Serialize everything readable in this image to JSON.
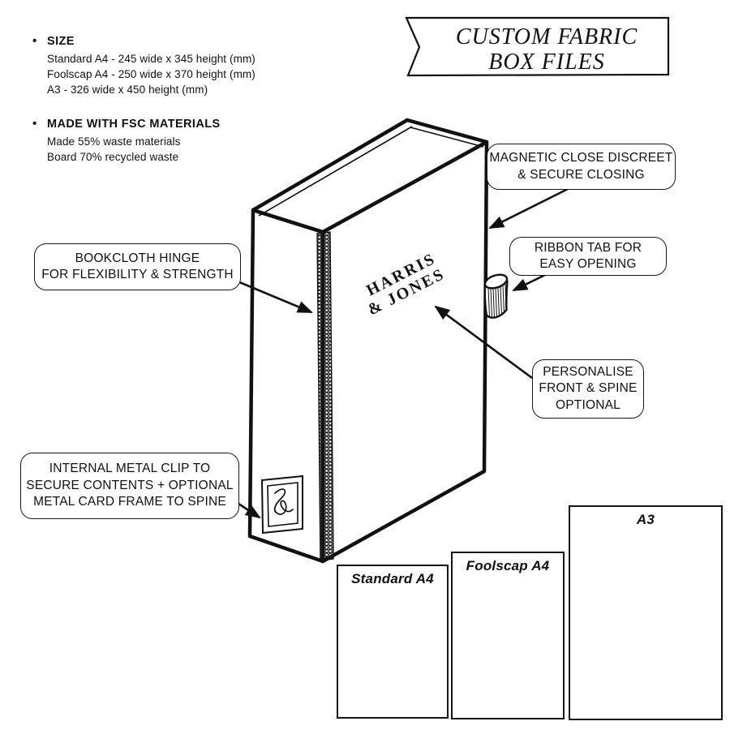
{
  "colors": {
    "ink": "#111111",
    "bg": "#ffffff"
  },
  "banner": {
    "line1": "CUSTOM FABRIC",
    "line2": "BOX FILES"
  },
  "specs": [
    {
      "bullet": "•",
      "title": "SIZE",
      "lines": [
        "Standard A4 - 245 wide x 345 height (mm)",
        "Foolscap A4 - 250 wide x 370 height (mm)",
        "A3 - 326 wide x 450 height (mm)"
      ]
    },
    {
      "bullet": "•",
      "title": "MADE WITH FSC MATERIALS",
      "lines": [
        "Made 55% waste materials",
        "Board 70% recycled waste"
      ]
    }
  ],
  "callouts": {
    "magnetic_close": "MAGNETIC CLOSE DISCREET\n& SECURE CLOSING",
    "ribbon_tab": "RIBBON TAB FOR\nEASY OPENING",
    "bookcloth_hinge": "BOOKCLOTH HINGE\nFOR FLEXIBILITY & STRENGTH",
    "personalise": "PERSONALISE\nFRONT & SPINE\nOPTIONAL",
    "internal_clip": "INTERNAL METAL CLIP TO\nSECURE CONTENTS + OPTIONAL\nMETAL CARD FRAME TO SPINE"
  },
  "product": {
    "brand_line1": "HARRIS",
    "brand_line2": "& JONES"
  },
  "size_swatches": [
    {
      "label": "Standard A4"
    },
    {
      "label": "Foolscap A4"
    },
    {
      "label": "A3"
    }
  ]
}
